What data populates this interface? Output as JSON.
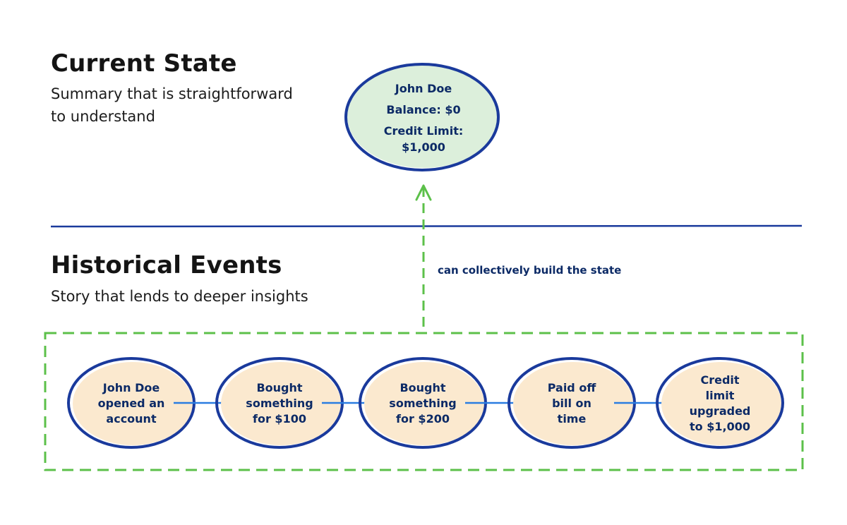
{
  "current_state": {
    "title": "Current State",
    "subtitle_line1": "Summary that is straightforward",
    "subtitle_line2": "to understand",
    "node": {
      "lines": [
        "John Doe",
        "Balance: $0",
        "Credit Limit:",
        "$1,000"
      ]
    }
  },
  "historical_events": {
    "title": "Historical Events",
    "subtitle": "Story that lends to deeper insights",
    "annotation": "can collectively build the state",
    "events": [
      {
        "lines": [
          "John Doe",
          "opened an",
          "account"
        ]
      },
      {
        "lines": [
          "Bought",
          "something",
          "for $100"
        ]
      },
      {
        "lines": [
          "Bought",
          "something",
          "for $200"
        ]
      },
      {
        "lines": [
          "Paid off",
          "bill on",
          "time"
        ]
      },
      {
        "lines": [
          "Credit",
          "limit",
          "upgraded",
          "to $1,000"
        ]
      }
    ]
  },
  "colors": {
    "outline": "#1a3a9c",
    "state_fill": "#dcefdb",
    "event_fill": "#fbe9cf",
    "dashed_green": "#5cc04a",
    "arrow_blue": "#2a7de1",
    "divider": "#1a3a9c"
  }
}
